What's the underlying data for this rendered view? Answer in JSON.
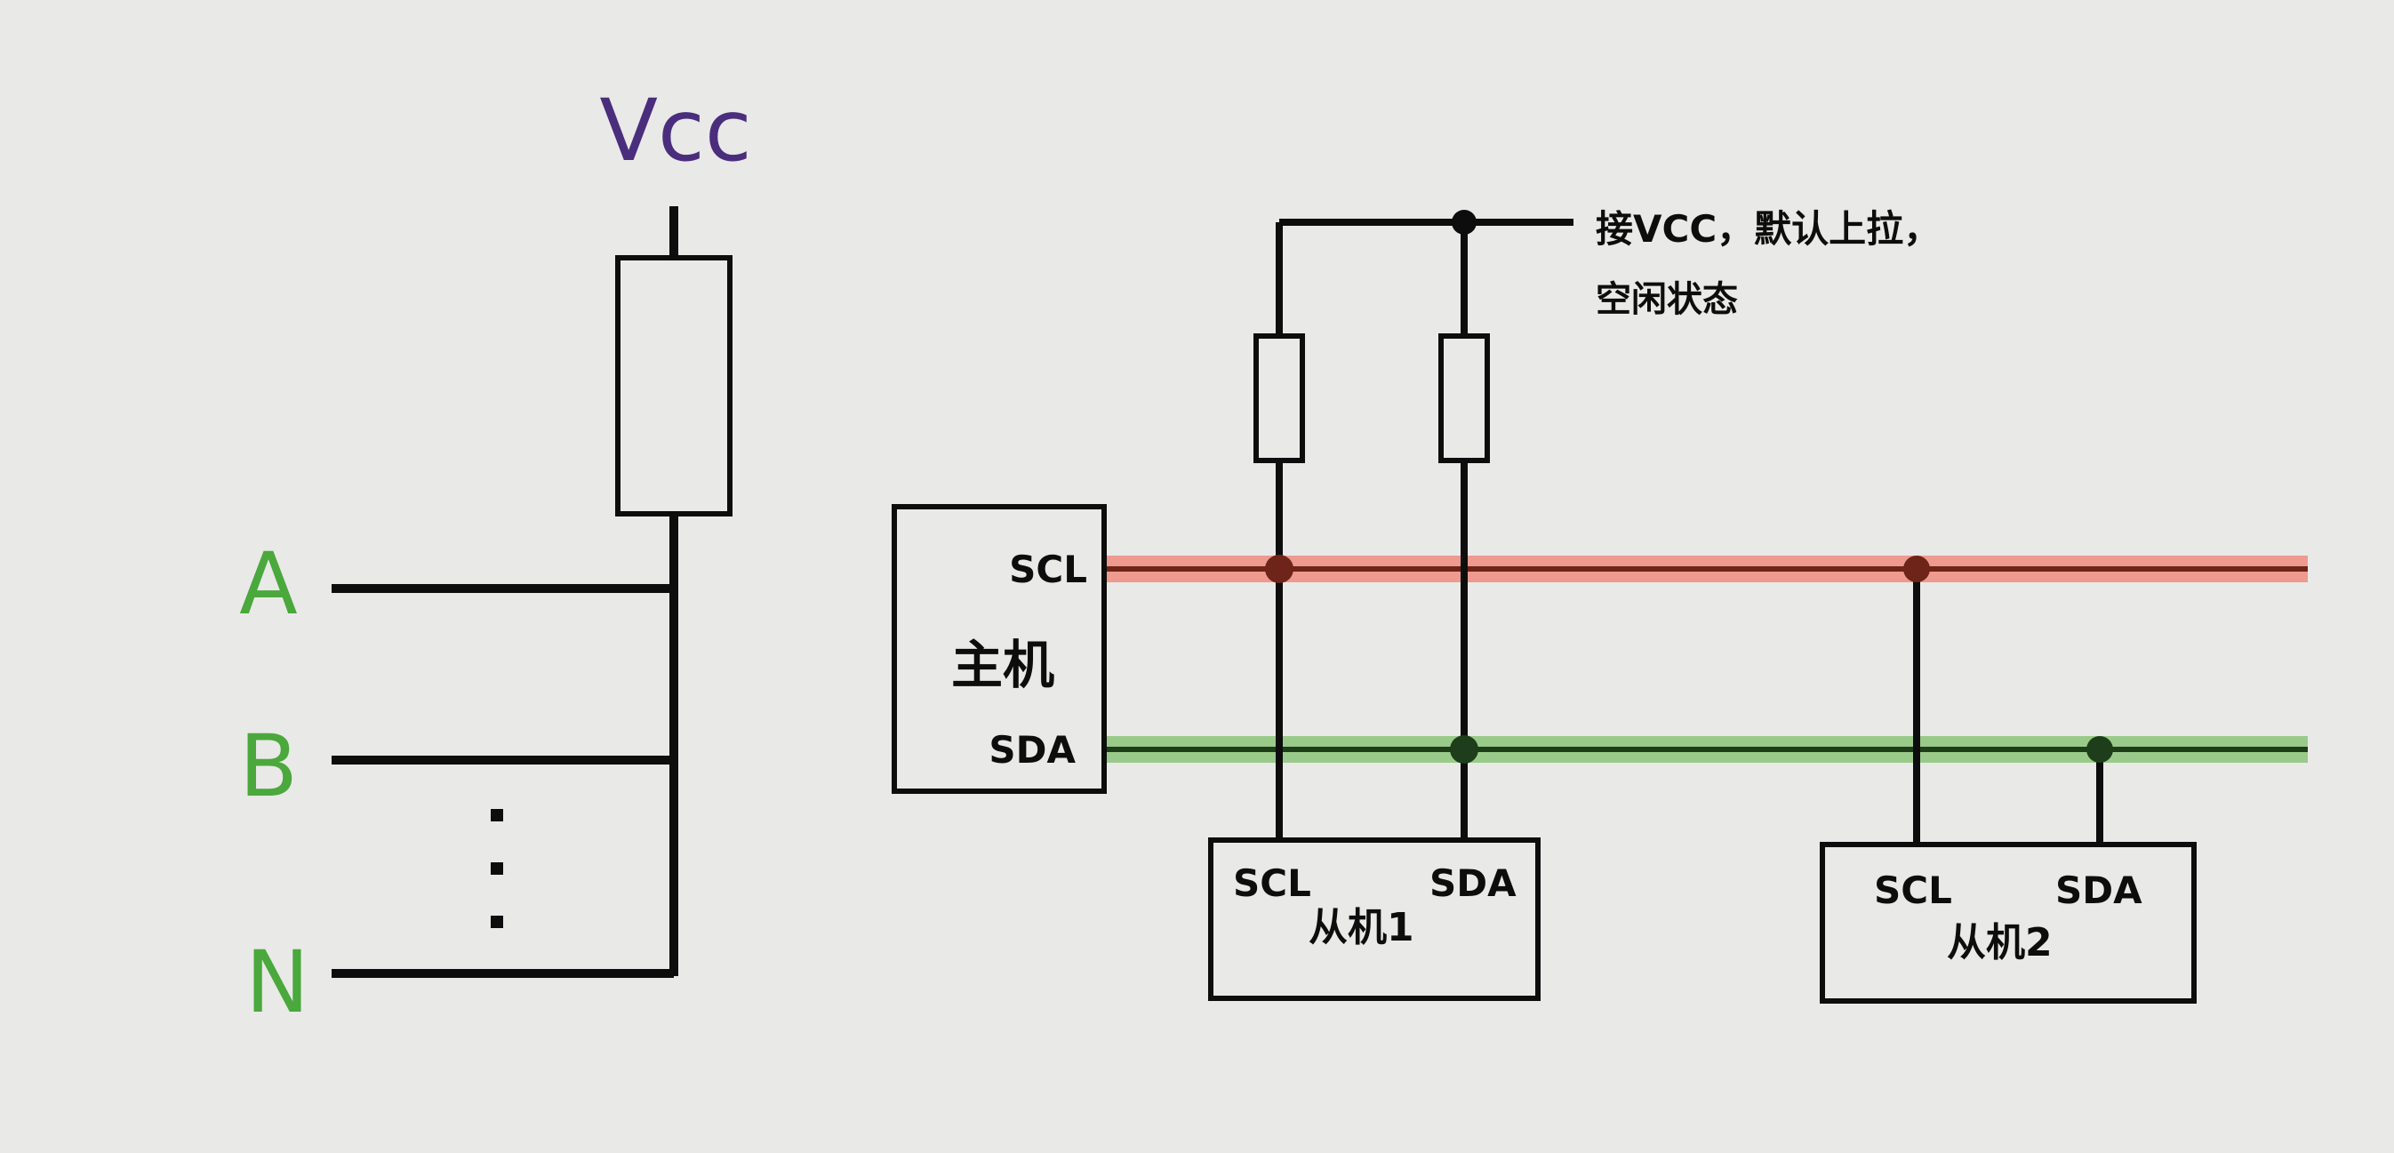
{
  "left_circuit": {
    "supply_label": "Vcc",
    "inputs": [
      "A",
      "B",
      "N"
    ],
    "ellipsis": "⋮"
  },
  "i2c_bus": {
    "annotation_line1": "接VCC，默认上拉，",
    "annotation_line2": "空闲状态",
    "master": {
      "name": "主机",
      "scl": "SCL",
      "sda": "SDA"
    },
    "slaves": [
      {
        "name": "从机1",
        "scl": "SCL",
        "sda": "SDA"
      },
      {
        "name": "从机2",
        "scl": "SCL",
        "sda": "SDA"
      }
    ]
  },
  "colors": {
    "background": "#e9e9e7",
    "wire": "#0d0d0d",
    "vcc_label": "#4a2d7c",
    "input_labels": "#4aa83c",
    "scl_highlight": "#ef7f72",
    "scl_line": "#6e2418",
    "sda_highlight": "#7fbf6a",
    "sda_line": "#1e3d1a"
  }
}
